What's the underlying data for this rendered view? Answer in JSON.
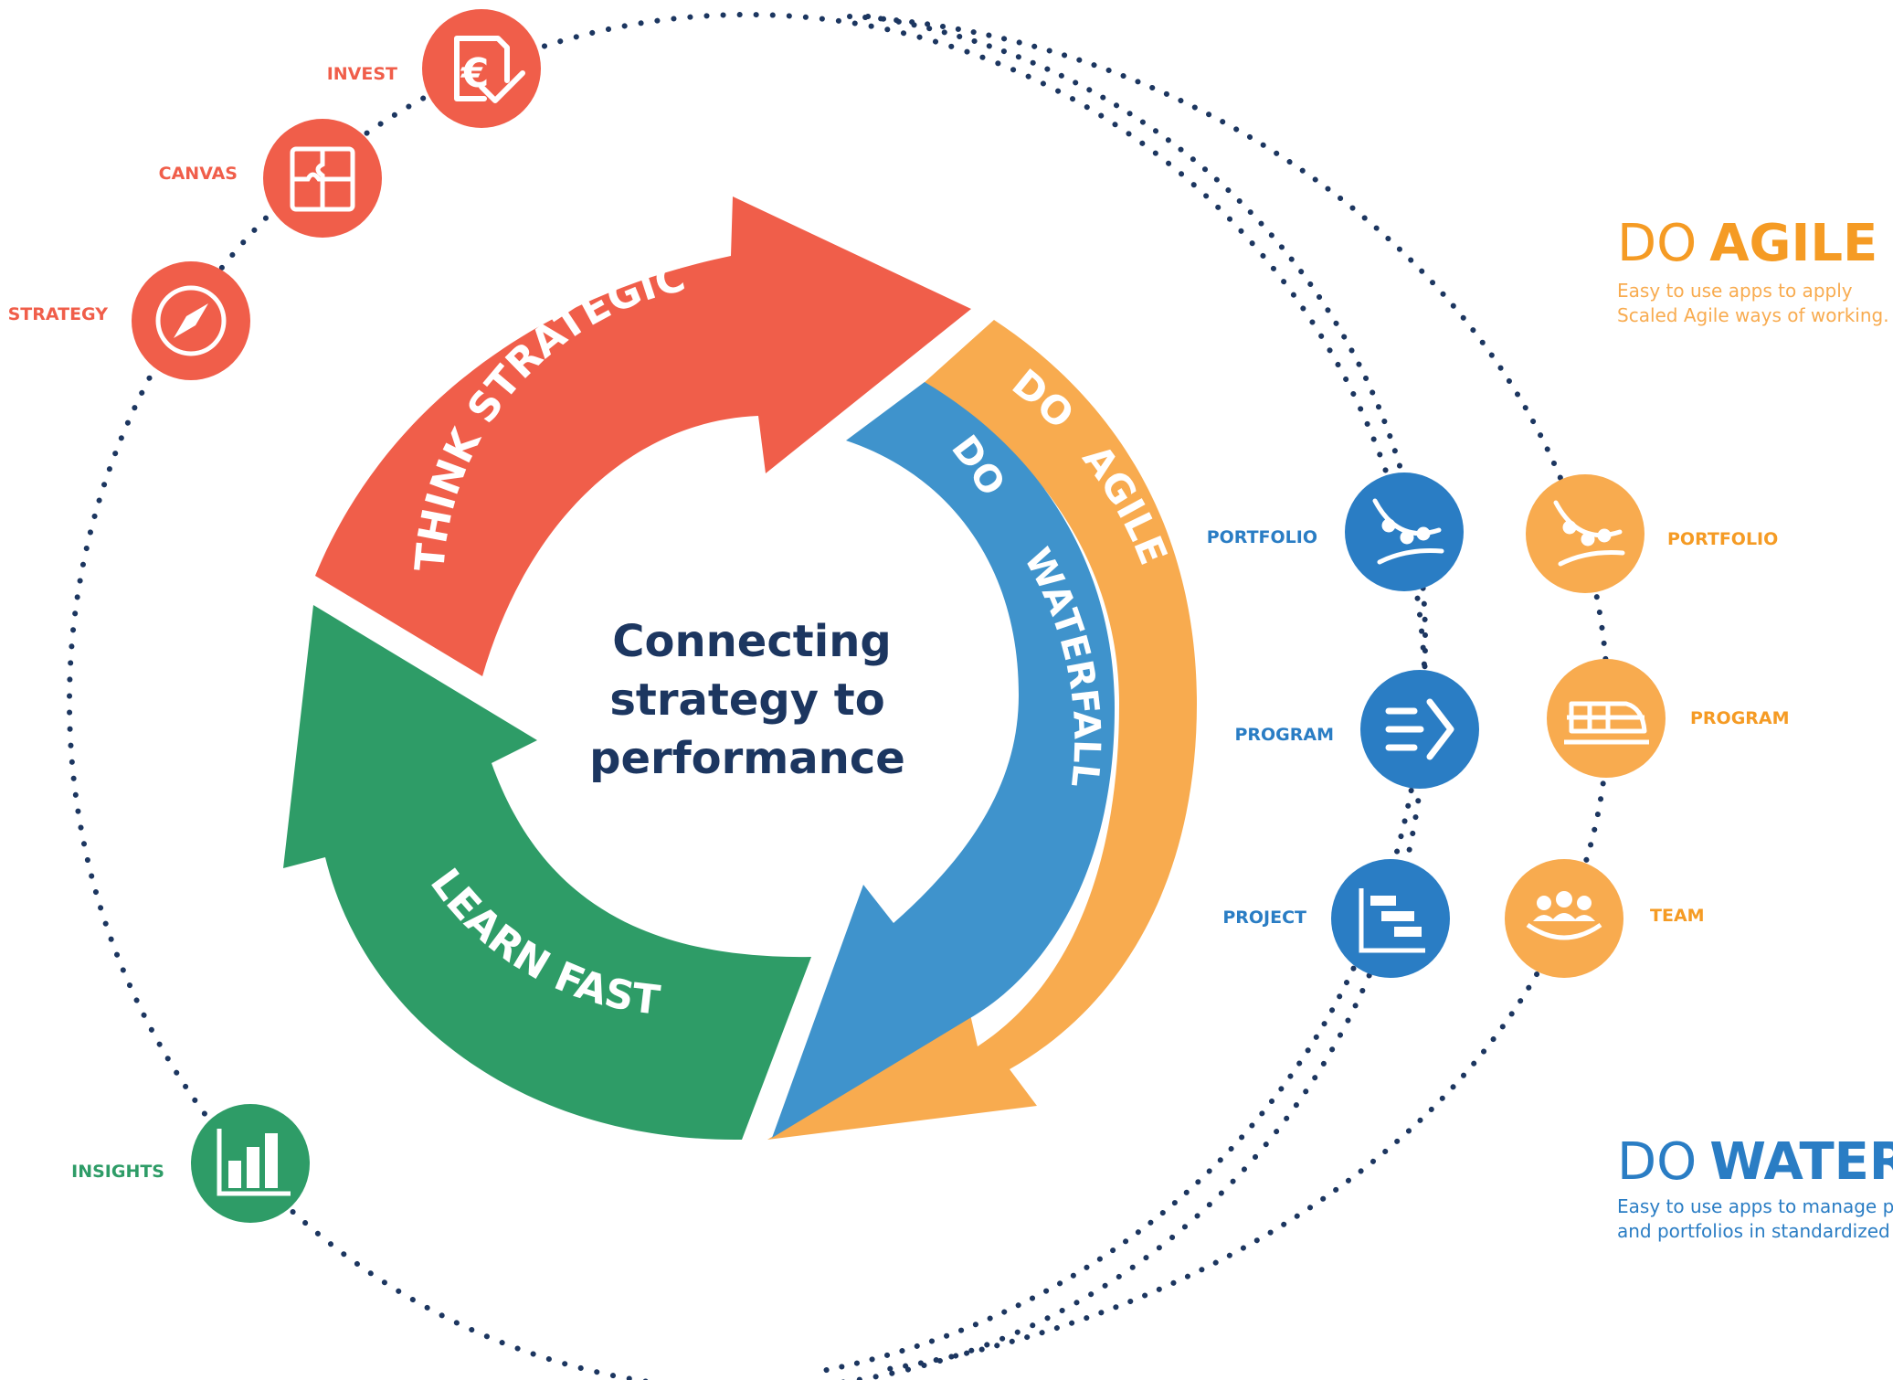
{
  "colors": {
    "red": "#f05e4a",
    "green": "#2e9c67",
    "blue": "#3f93cc",
    "blue_dark": "#2a7dc4",
    "orange": "#f8ab4f",
    "orange_text": "#f59b24",
    "navy": "#1c3660",
    "dots": "#1c3660"
  },
  "center": {
    "line1": "Connecting",
    "line2": "strategy to",
    "line3": "performance"
  },
  "bands": {
    "think": "THINK STRATEGIC",
    "learn": "LEARN FAST",
    "do_agile_do": "DO",
    "do_agile_word": "AGILE",
    "do_waterfall_do": "DO",
    "do_waterfall_word": "WATERFALL"
  },
  "think_nodes": [
    {
      "label": "INVEST",
      "icon": "euro-check-icon"
    },
    {
      "label": "CANVAS",
      "icon": "puzzle-icon"
    },
    {
      "label": "STRATEGY",
      "icon": "compass-icon"
    }
  ],
  "learn_nodes": [
    {
      "label": "INSIGHTS",
      "icon": "bar-chart-icon"
    }
  ],
  "waterfall_nodes": [
    {
      "label": "PORTFOLIO",
      "icon": "portfolio-funnel-icon"
    },
    {
      "label": "PROGRAM",
      "icon": "program-arrow-icon"
    },
    {
      "label": "PROJECT",
      "icon": "gantt-icon"
    }
  ],
  "agile_nodes": [
    {
      "label": "PORTFOLIO",
      "icon": "portfolio-funnel-icon"
    },
    {
      "label": "PROGRAM",
      "icon": "train-icon"
    },
    {
      "label": "TEAM",
      "icon": "team-icon"
    }
  ],
  "do_agile": {
    "prefix": "DO",
    "word": "AGILE",
    "desc_line1": "Easy to use apps to apply",
    "desc_line2": "Scaled Agile ways of working."
  },
  "do_waterfall": {
    "prefix": "DO",
    "word": "WATERFALL",
    "desc_line1": "Easy to use apps to manage projects, programs",
    "desc_line2": "and portfolios in standardized ways."
  }
}
